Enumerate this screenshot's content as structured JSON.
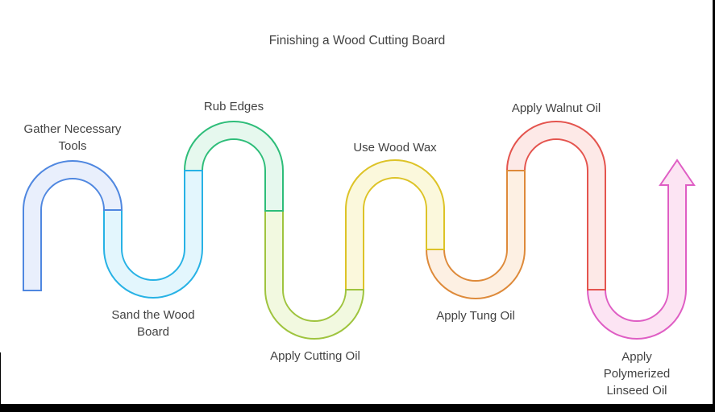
{
  "title": "Finishing a Wood Cutting Board",
  "diagram": {
    "type": "snake-process-flow",
    "direction": "left-to-right, ends with upward arrow",
    "text_color": "#424242",
    "frame_color": "#000000",
    "background_color": "#ffffff",
    "steps": [
      {
        "label": "Gather Necessary\nTools",
        "stroke": "#4f87e0",
        "fill": "#e9effc"
      },
      {
        "label": "Sand the Wood\nBoard",
        "stroke": "#27b2e5",
        "fill": "#e3f6fd"
      },
      {
        "label": "Rub Edges",
        "stroke": "#2ebd79",
        "fill": "#e6f8ee"
      },
      {
        "label": "Apply Cutting Oil",
        "stroke": "#9fc43e",
        "fill": "#f2f9e0"
      },
      {
        "label": "Use Wood Wax",
        "stroke": "#ddc327",
        "fill": "#fbf8dc"
      },
      {
        "label": "Apply Tung Oil",
        "stroke": "#de8a3a",
        "fill": "#fdf0e3"
      },
      {
        "label": "Apply Walnut Oil",
        "stroke": "#e4544e",
        "fill": "#fde9e7"
      },
      {
        "label": "Apply Polymerized\nLinseed Oil",
        "stroke": "#df5ec4",
        "fill": "#fce4f3"
      }
    ]
  }
}
